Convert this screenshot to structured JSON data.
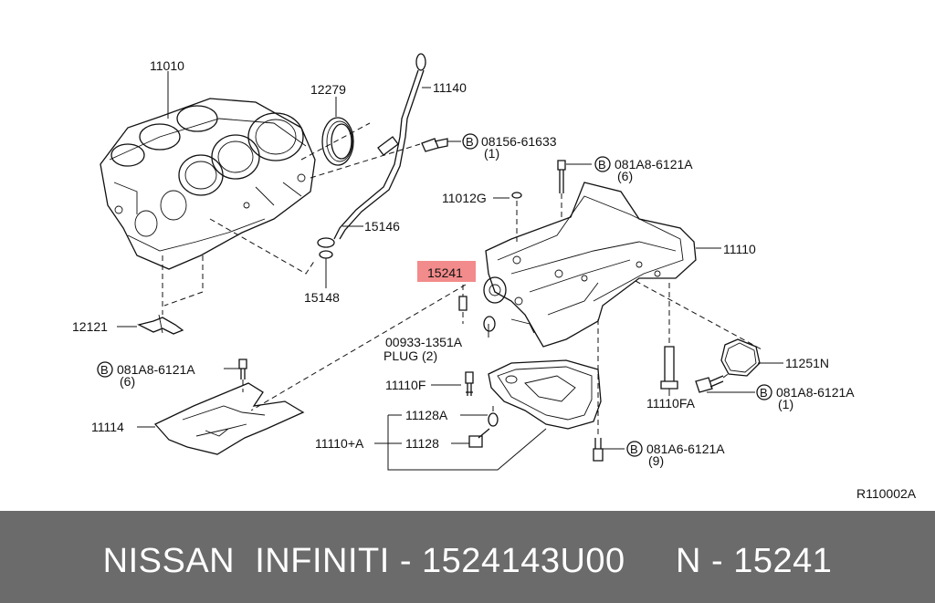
{
  "callouts": {
    "block": "11010",
    "oil_seal": "12279",
    "dipstick": "11140",
    "bolt_b1": "08156-61633",
    "bolt_b1_qty": "(1)",
    "bolt_b2": "081A8-6121A",
    "bolt_b2_qty": "(6)",
    "cap": "11012G",
    "gauge_guide": "15146",
    "o_ring": "15148",
    "highlight": "15241",
    "oil_pan": "11110",
    "plug_no": "00933-1351A",
    "plug_label": "PLUG (2)",
    "bearing_cap": "12121",
    "bolt_b3": "081A8-6121A",
    "bolt_b3_qty": "(6)",
    "cover_bolt": "11110F",
    "cover": "11114",
    "washer": "11128A",
    "pan_assy": "11110+A",
    "drain_plug": "11128",
    "gasket": "11251N",
    "bolt_fa": "11110FA",
    "bolt_b4": "081A8-6121A",
    "bolt_b4_qty": "(1)",
    "bolt_b5": "081A6-6121A",
    "bolt_b5_qty": "(9)",
    "circle_letter": "B",
    "diagram_ref": "R110002A"
  },
  "colors": {
    "highlight_fill": "#f28b8b",
    "footer_bg": "#6b6b6b",
    "footer_text": "#ffffff"
  },
  "footer": {
    "text": "NISSAN  INFINITI - 1524143U00     N - 15241"
  }
}
